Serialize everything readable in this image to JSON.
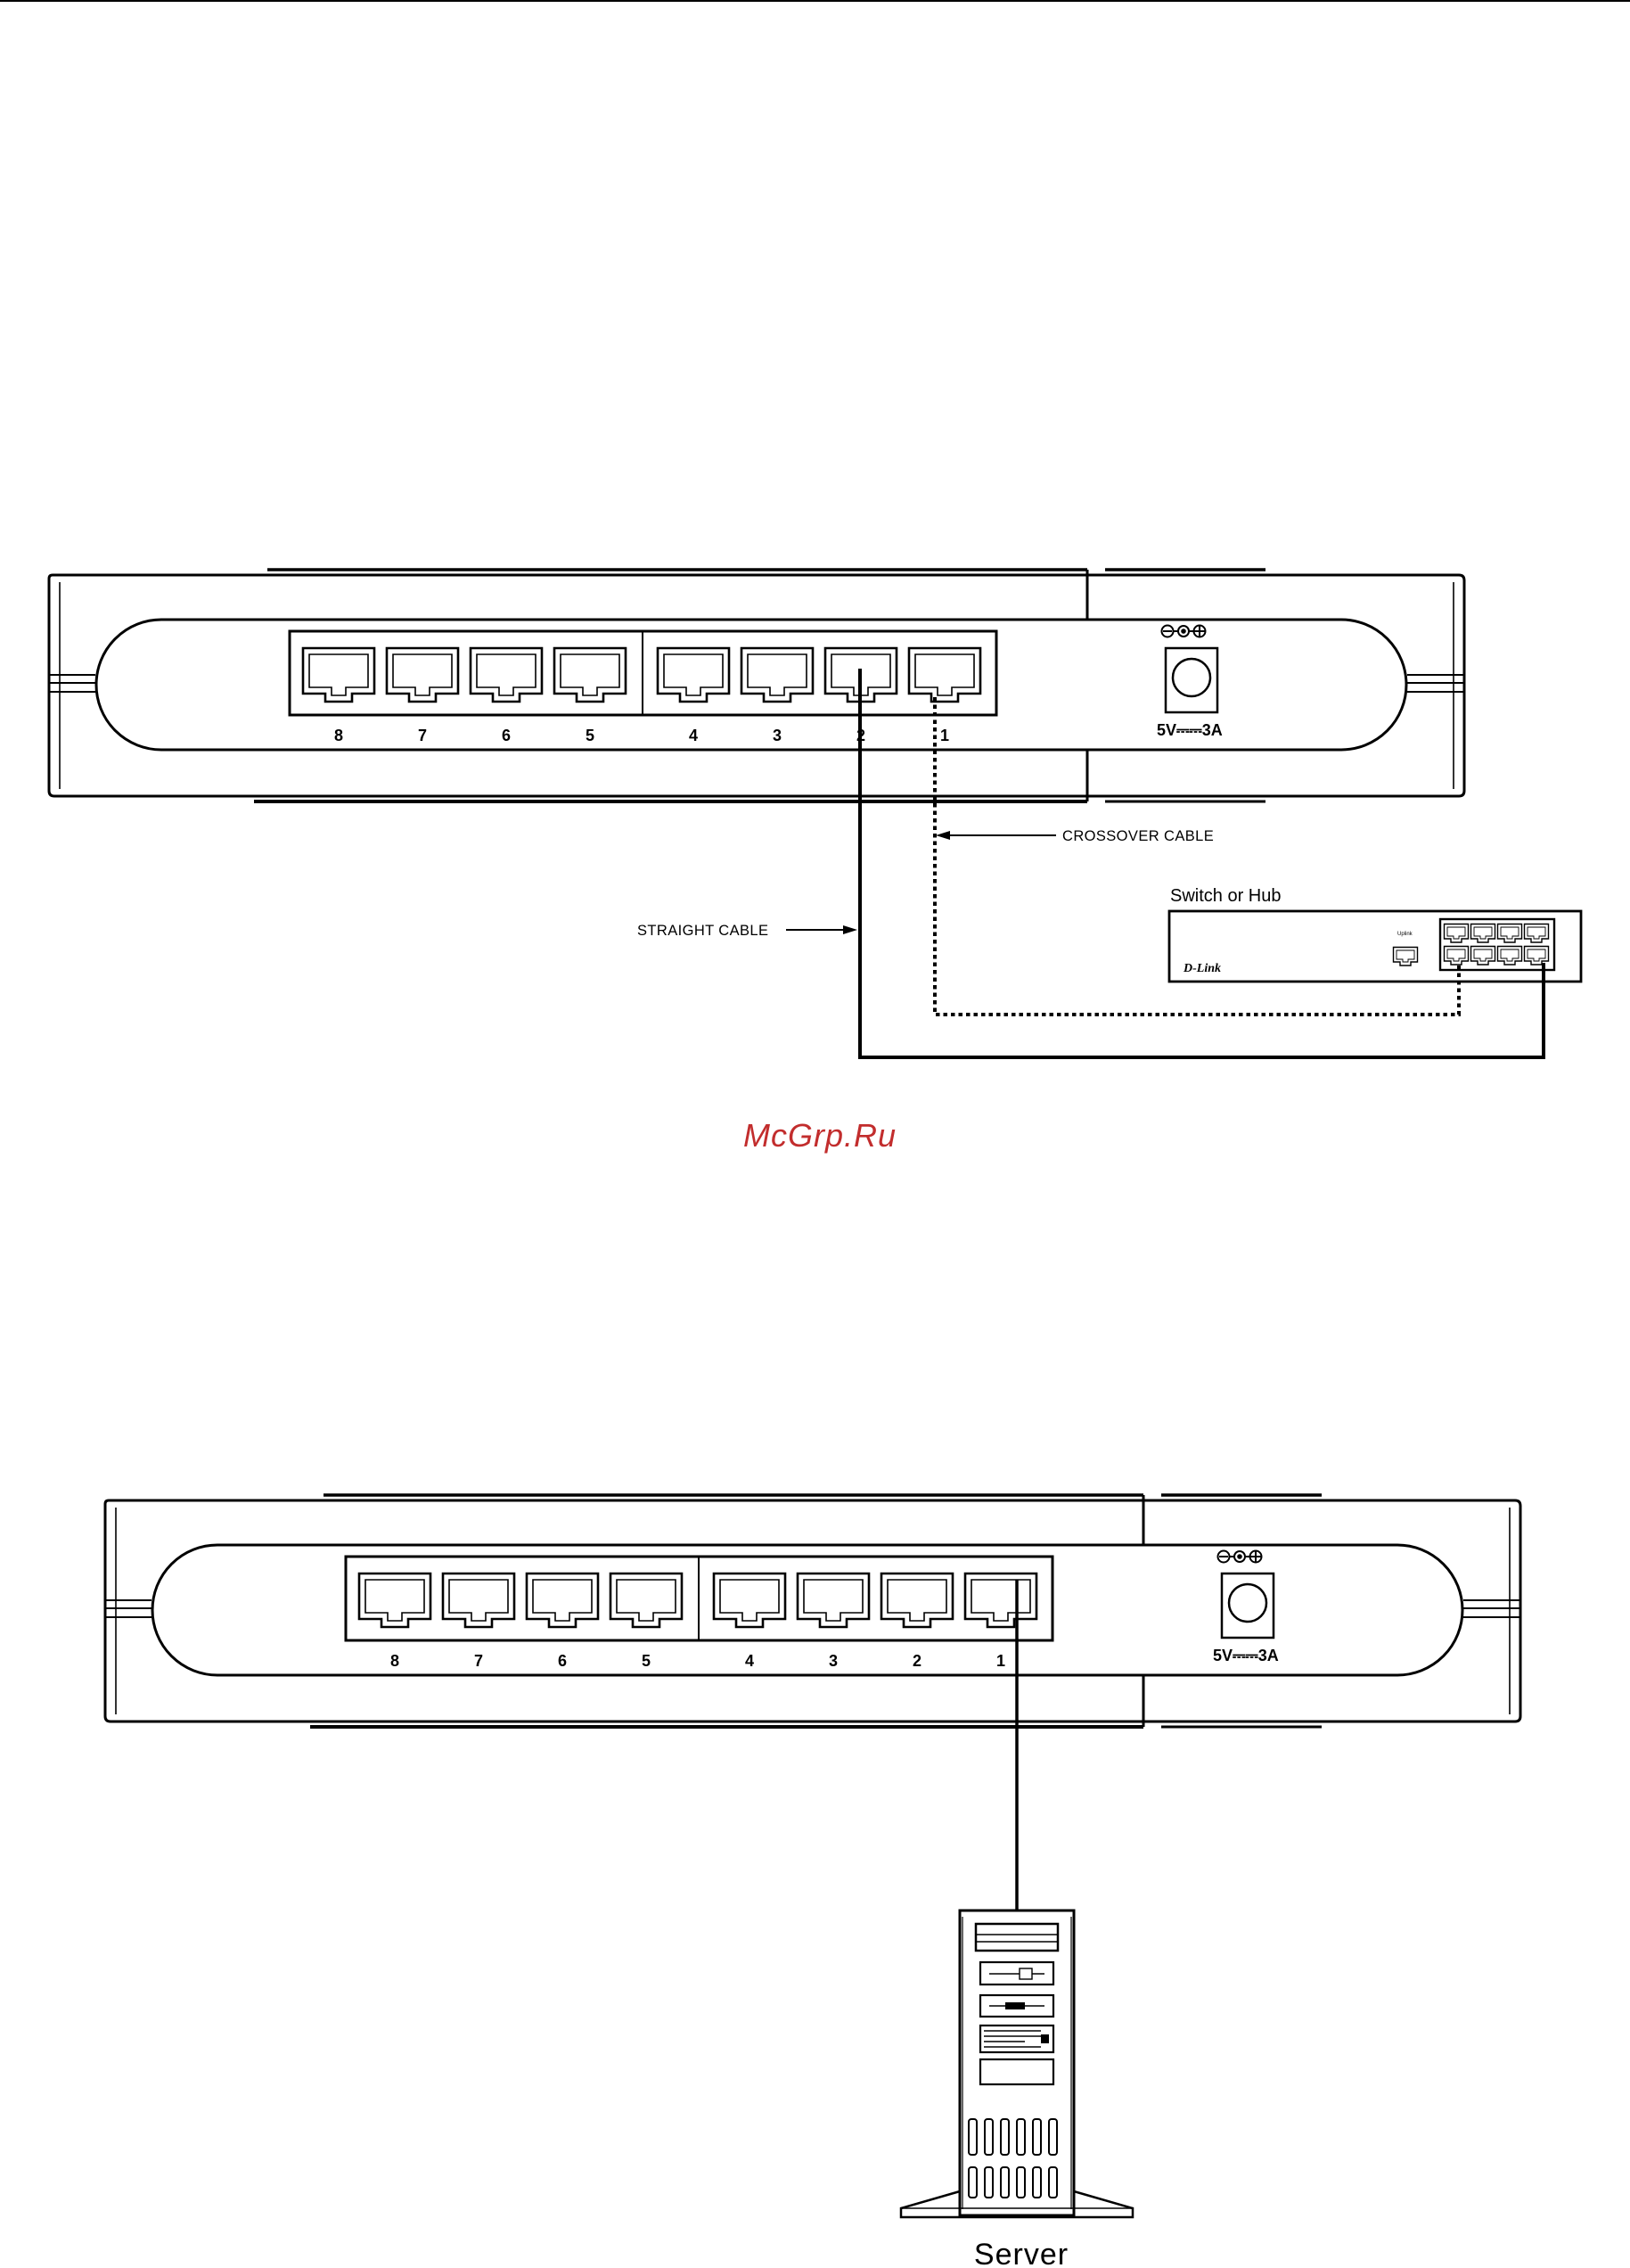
{
  "diagram_1": {
    "port_labels": [
      "8",
      "7",
      "6",
      "5",
      "4",
      "3",
      "2",
      "1"
    ],
    "power_rating": "5V⎓⎓3A",
    "crossover_label": "CROSSOVER CABLE",
    "straight_label": "STRAIGHT CABLE",
    "hub_title": "Switch or Hub",
    "hub_brand": "D-Link",
    "hub_uplink": "Uplink"
  },
  "watermark": "McGrp.Ru",
  "diagram_2": {
    "port_labels": [
      "8",
      "7",
      "6",
      "5",
      "4",
      "3",
      "2",
      "1"
    ],
    "power_rating": "5V⎓⎓3A",
    "server_label": "Server"
  },
  "icons": [
    "rj45-port-icon",
    "power-polarity-icon",
    "power-jack-icon",
    "arrow-icon",
    "server-tower-icon"
  ],
  "colors": {
    "line": "#000000",
    "watermark": "#c22d2d"
  }
}
